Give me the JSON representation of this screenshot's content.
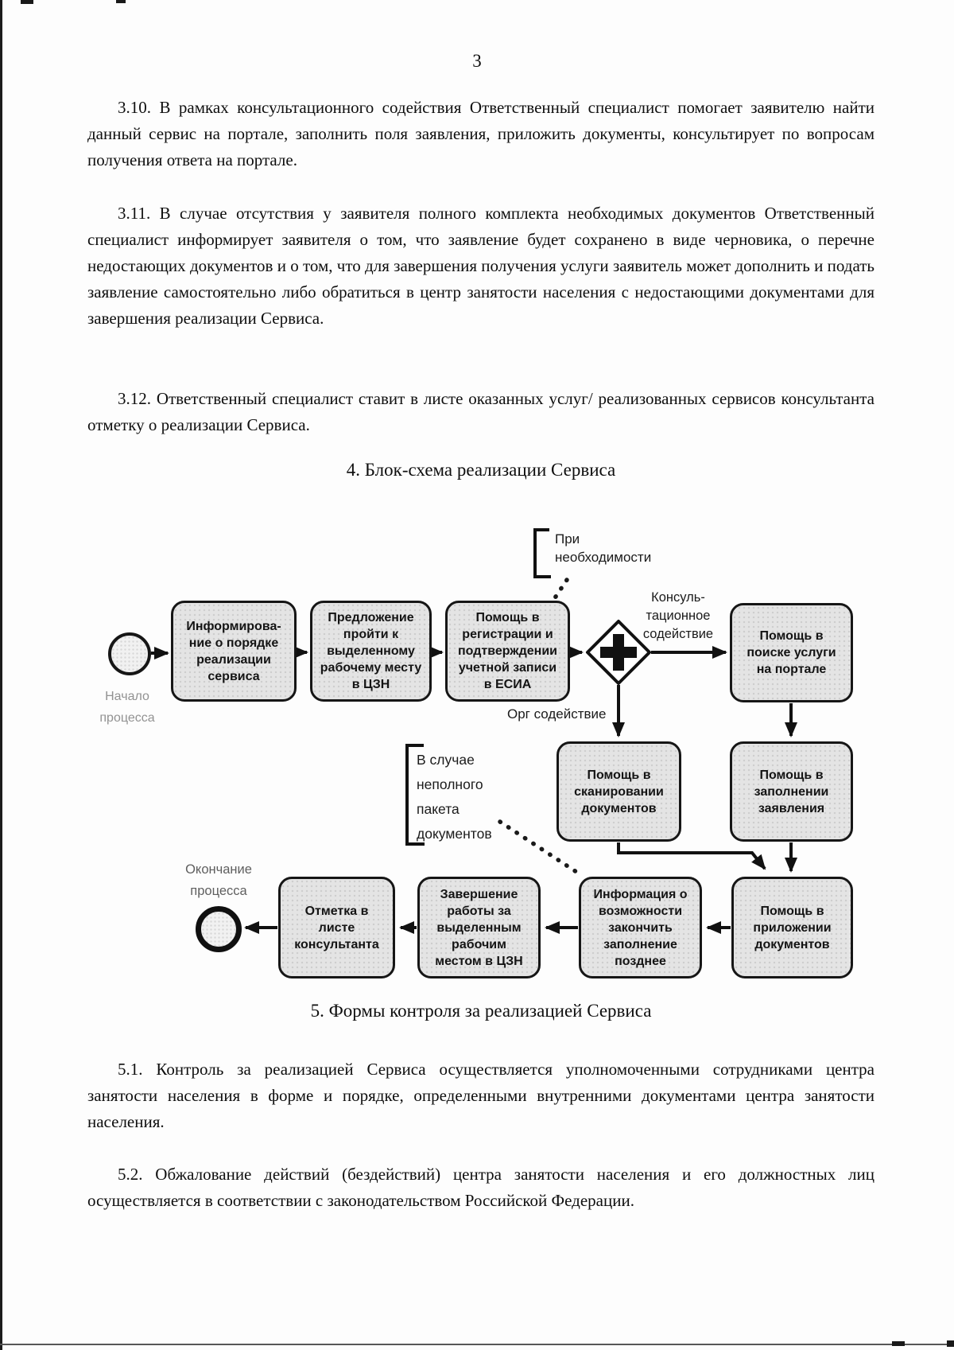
{
  "page": {
    "number": "3"
  },
  "document": {
    "para_3_10": "3.10. В рамках консультационного содействия Ответственный специалист помогает заявителю найти данный сервис на портале, заполнить поля заявления, приложить документы, консультирует по вопросам получения ответа на портале.",
    "para_3_11": "3.11. В случае отсутствия у заявителя полного комплекта необходимых документов Ответственный специалист информирует заявителя о том, что заявление будет сохранено в виде черновика, о перечне недостающих документов и о том, что для завершения получения услуги заявитель может дополнить и подать заявление самостоятельно либо обратиться в центр занятости населения с недостающими документами для завершения реализации Сервиса.",
    "para_3_12": "3.12. Ответственный специалист ставит в листе оказанных услуг/ реализованных сервисов консультанта отметку о реализации Сервиса.",
    "heading_4": "4. Блок-схема реализации Сервиса",
    "heading_5": "5. Формы контроля за реализацией Сервиса",
    "para_5_1": "5.1. Контроль за реализацией Сервиса осуществляется уполномоченными сотрудниками центра занятости населения в форме и порядке, определенными внутренними документами центра занятости населения.",
    "para_5_2": "5.2. Обжалование действий (бездействий) центра занятости населения и его должностных лиц осуществляется в соответствии с законодательством Российской Федерации."
  },
  "flowchart": {
    "start_label": "Начало\nпроцесса",
    "end_label": "Окончание\nпроцесса",
    "nodes": {
      "inform": "Информирова-\nние о порядке\nреализации\nсервиса",
      "workplace": "Предложение\nпройти к\nвыделенному\nрабочему месту\nв ЦЗН",
      "esia": "Помощь в\nрегистрации и\nподтверждении\nучетной записи\nв ЕСИА",
      "search": "Помощь в\nпоиске услуги\nна портале",
      "scan": "Помощь в\nсканировании\nдокументов",
      "fill": "Помощь в\nзаполнении\nзаявления",
      "attach": "Помощь в\nприложении\nдокументов",
      "finish_later": "Информация о\nвозможности\nзакончить\nзаполнение\nпозднее",
      "finish_work": "Завершение\nработы за\nвыделенным\nрабочим\nместом в ЦЗН",
      "mark": "Отметка в\nлисте\nконсультанта"
    },
    "labels": {
      "when_needed": "При\nнеобходимости",
      "consult_assist": "Консуль-\nтационное\nсодействие",
      "org_assist": "Орг содействие",
      "incomplete_docs": "В случае\nнеполного\nпакета\nдокументов"
    },
    "colors": {
      "ink": "#111111",
      "node_fill": "#e4e4e4"
    }
  }
}
